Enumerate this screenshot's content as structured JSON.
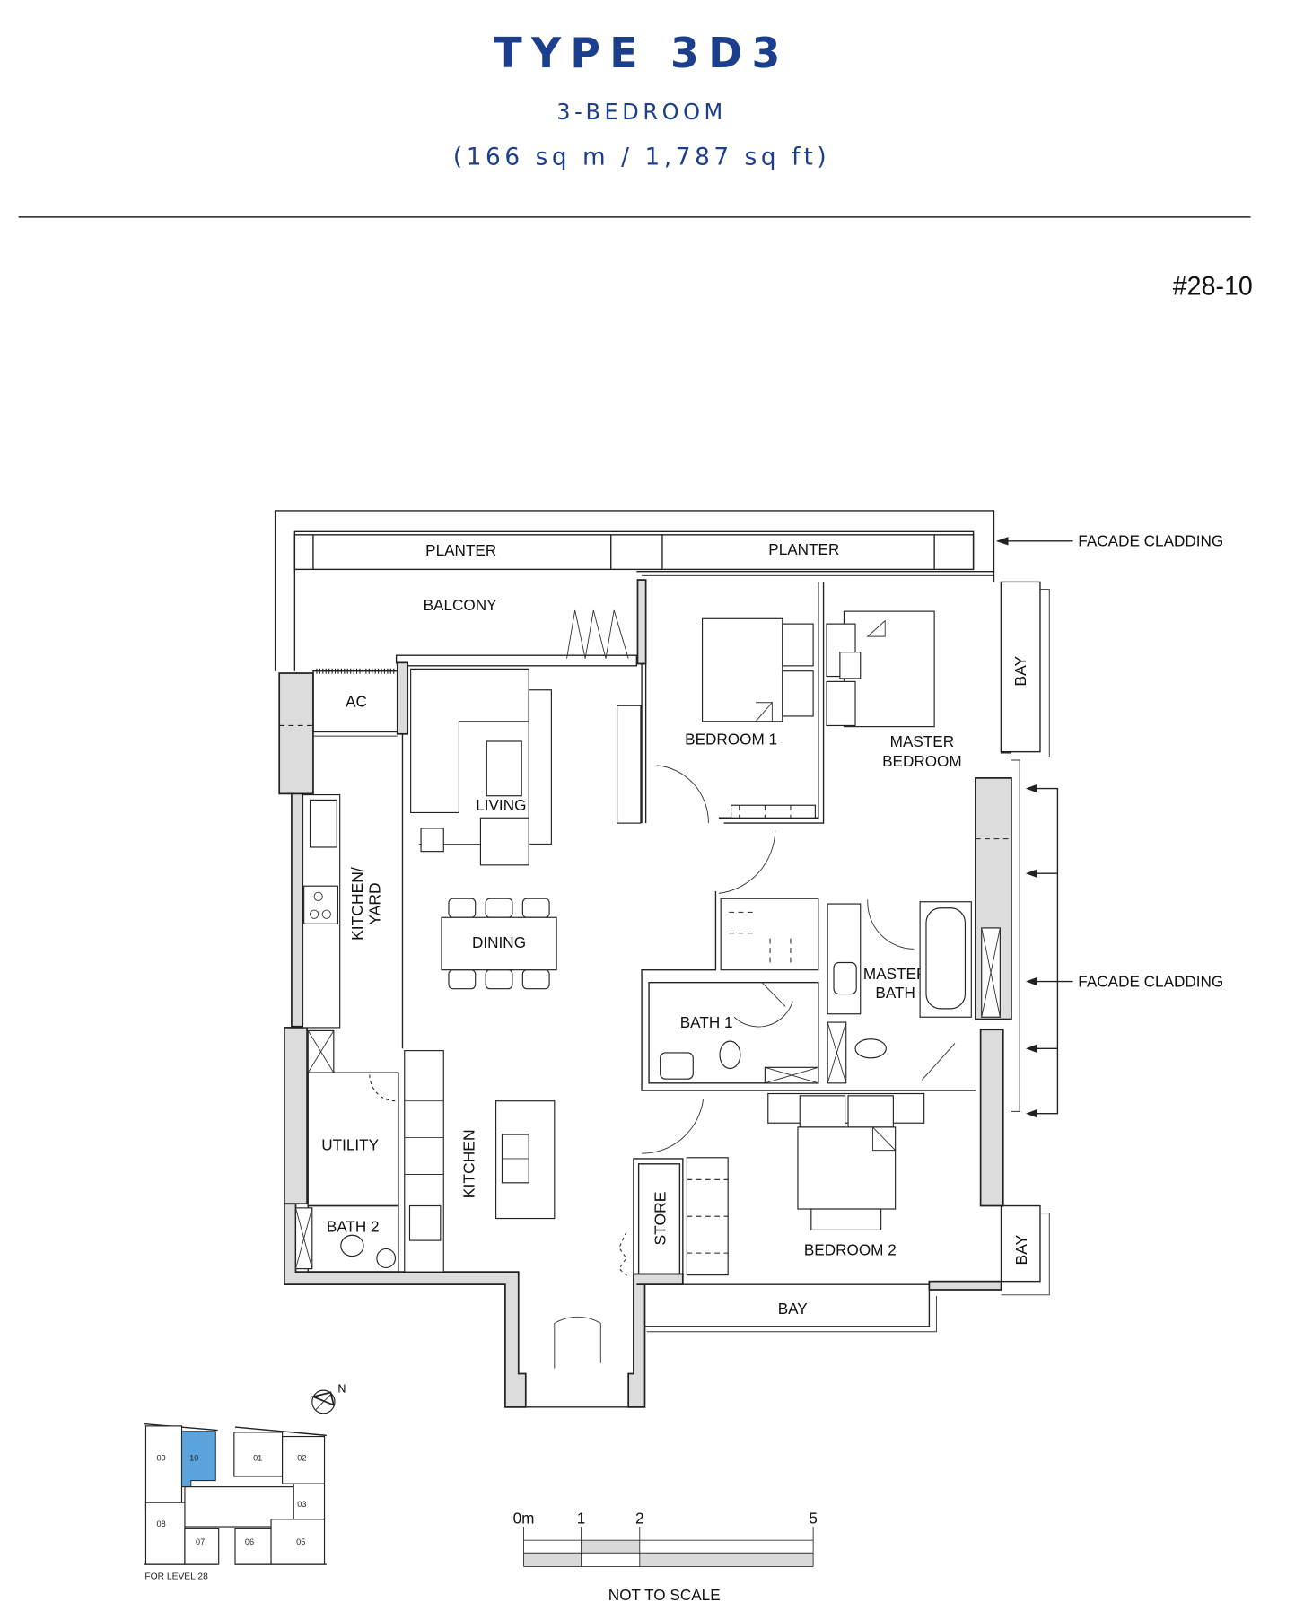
{
  "header": {
    "title": "TYPE 3D3",
    "subtitle": "3-BEDROOM",
    "area": "(166 sq m / 1,787 sq ft)",
    "unit_number": "#28-10"
  },
  "rooms": {
    "planter_left": "PLANTER",
    "planter_right": "PLANTER",
    "balcony": "BALCONY",
    "ac": "AC",
    "living": "LIVING",
    "dining": "DINING",
    "kitchen_yard_1": "KITCHEN/",
    "kitchen_yard_2": "YARD",
    "kitchen": "KITCHEN",
    "utility": "UTILITY",
    "bath2": "BATH  2",
    "bedroom1": "BEDROOM  1",
    "master_bedroom_1": "MASTER",
    "master_bedroom_2": "BEDROOM",
    "master_bath_1": "MASTER",
    "master_bath_2": "BATH",
    "bath1": "BATH  1",
    "store": "STORE",
    "bedroom2": "BEDROOM  2",
    "bay_top": "BAY",
    "bay_right": "BAY",
    "bay_bottom": "BAY"
  },
  "annotations": {
    "facade_top": "FACADE CLADDING",
    "facade_side": "FACADE CLADDING"
  },
  "key_plan": {
    "units": [
      "09",
      "10",
      "01",
      "02",
      "03",
      "08",
      "07",
      "06",
      "05"
    ],
    "highlighted_unit": "10",
    "highlight_color": "#5ba3dd",
    "level_label": "FOR LEVEL 28",
    "north": "N"
  },
  "scale_bar": {
    "ticks": [
      "0m",
      "1",
      "2",
      "5"
    ],
    "note": "NOT TO SCALE"
  },
  "colors": {
    "title": "#1b3f8c",
    "wall": "#dcdcdc"
  }
}
